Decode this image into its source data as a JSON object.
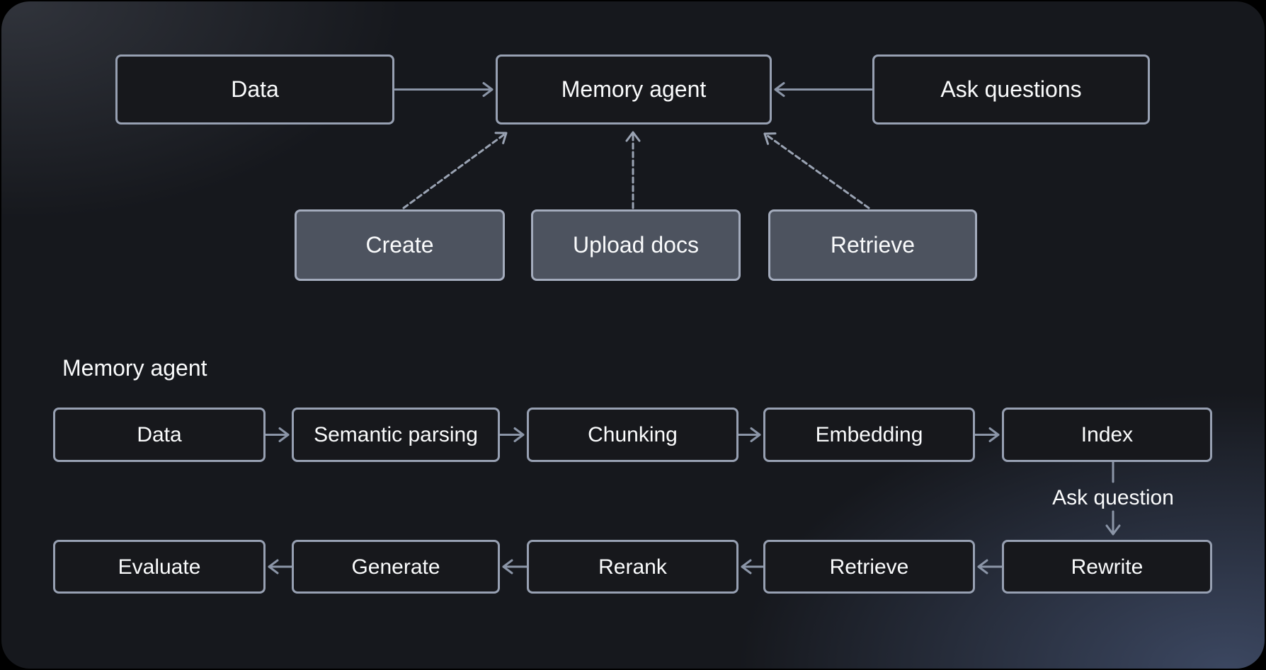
{
  "colors": {
    "outer_background": "#000000",
    "panel_background": "#16181d",
    "node_fill": "#17181c",
    "node_border": "#97a0b2",
    "action_fill": "#4d535f",
    "action_border": "#a3abbc",
    "arrow": "#8b95a7",
    "arrow_dashed": "#9aa3b3",
    "text": "#fafbfc"
  },
  "top_flow": {
    "nodes": {
      "data": {
        "label": "Data"
      },
      "memory_agent": {
        "label": "Memory agent"
      },
      "ask_questions": {
        "label": "Ask questions"
      }
    },
    "actions": [
      {
        "label": "Create"
      },
      {
        "label": "Upload docs"
      },
      {
        "label": "Retrieve"
      }
    ]
  },
  "detail_flow": {
    "section_title": "Memory agent",
    "ingest_pipeline": [
      "Data",
      "Semantic parsing",
      "Chunking",
      "Embedding",
      "Index"
    ],
    "edge_label": "Ask question",
    "query_pipeline": [
      "Evaluate",
      "Generate",
      "Rerank",
      "Retrieve",
      "Rewrite"
    ]
  }
}
